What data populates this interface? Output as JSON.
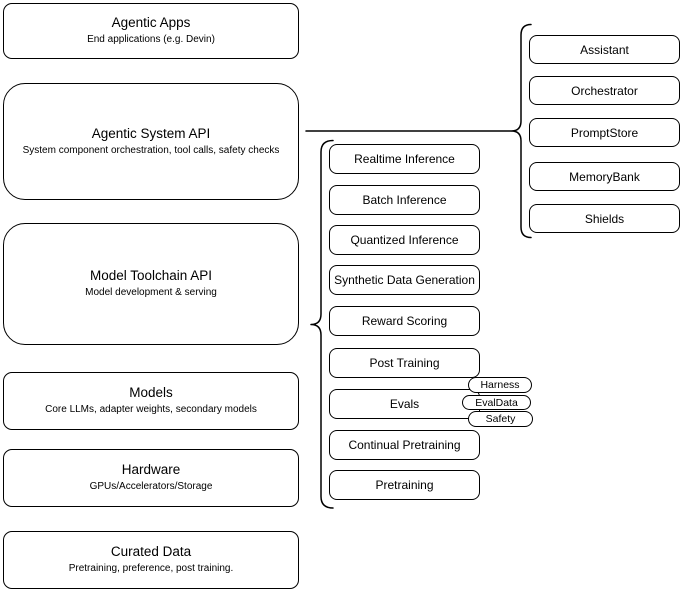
{
  "diagram": {
    "left_stack": [
      {
        "title": "Agentic Apps",
        "subtitle": "End applications (e.g. Devin)"
      },
      {
        "title": "Agentic System API",
        "subtitle": "System component orchestration, tool calls, safety checks"
      },
      {
        "title": "Model Toolchain API",
        "subtitle": "Model development & serving"
      },
      {
        "title": "Models",
        "subtitle": "Core LLMs, adapter weights, secondary models"
      },
      {
        "title": "Hardware",
        "subtitle": "GPUs/Accelerators/Storage"
      },
      {
        "title": "Curated Data",
        "subtitle": "Pretraining, preference, post training."
      }
    ],
    "toolchain_services": [
      "Realtime Inference",
      "Batch Inference",
      "Quantized Inference",
      "Synthetic Data Generation",
      "Reward Scoring",
      "Post Training",
      "Evals",
      "Continual Pretraining",
      "Pretraining"
    ],
    "eval_tags": [
      "Harness",
      "EvalData",
      "Safety"
    ],
    "system_components": [
      "Assistant",
      "Orchestrator",
      "PromptStore",
      "MemoryBank",
      "Shields"
    ],
    "colors": {
      "stroke": "#000000",
      "background": "#ffffff",
      "box_fill": "#ffffff"
    }
  }
}
